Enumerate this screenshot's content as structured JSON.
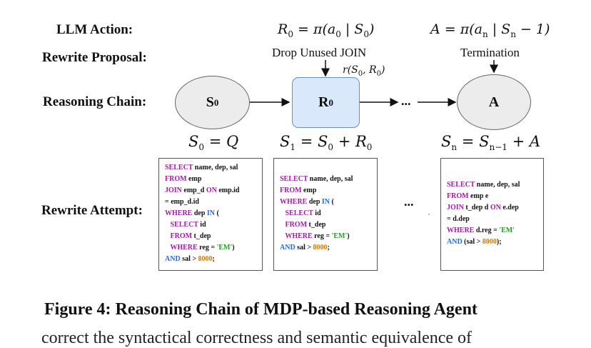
{
  "labels": {
    "llm_action": "LLM  Action:",
    "rewrite_proposal": "Rewrite Proposal:",
    "reasoning_chain": "Reasoning Chain:",
    "rewrite_attempt": "Rewrite Attempt:"
  },
  "actions": {
    "r0_lhs": "R",
    "r0_sub": "0",
    "r0_rhs": " = π(a",
    "r0_a_sub": "0",
    "r0_tail": " | S",
    "r0_s_sub": "0",
    "r0_close": ")",
    "a_lhs": "A = π(a",
    "a_sub": "n",
    "a_tail": " | S",
    "a_s_sub": "n",
    "a_close": " − 1)"
  },
  "proposals": {
    "first": "Drop Unused JOIN",
    "first_reward": "r(S",
    "first_reward_sub": "0",
    "first_reward_tail": ", R",
    "first_reward_sub2": "0",
    "first_reward_close": ")",
    "last": "Termination"
  },
  "nodes": {
    "s0": "S",
    "s0_sub": "0",
    "r0": "R",
    "r0_sub": "0",
    "ellipsis": "...",
    "a": "A"
  },
  "states": {
    "s0_a": "S",
    "s0_a_sub": "0",
    "s0_b": " = Q",
    "s1_a": "S",
    "s1_a_sub": "1",
    "s1_b": " = S",
    "s1_b_sub": "0",
    "s1_c": " + R",
    "s1_c_sub": "0",
    "sn_a": "S",
    "sn_a_sub": "n",
    "sn_b": " = S",
    "sn_b_sub": "n−1",
    "sn_c": " + A"
  },
  "sql": {
    "box1": [
      [
        [
          "kw",
          "SELECT"
        ],
        [
          "t",
          " name, dep, sal"
        ]
      ],
      [
        [
          "kw",
          "FROM"
        ],
        [
          "t",
          " emp"
        ]
      ],
      [
        [
          "kw",
          "JOIN"
        ],
        [
          "t",
          " emp_d "
        ],
        [
          "kw",
          "ON"
        ],
        [
          "t",
          " emp.id"
        ]
      ],
      [
        [
          "t",
          "= emp_d.id"
        ]
      ],
      [
        [
          "kw",
          "WHERE"
        ],
        [
          "t",
          " dep "
        ],
        [
          "kw2",
          "IN"
        ],
        [
          "t",
          " ("
        ]
      ],
      [
        [
          "t",
          "   "
        ],
        [
          "kw",
          "SELECT"
        ],
        [
          "t",
          " id"
        ]
      ],
      [
        [
          "t",
          "   "
        ],
        [
          "kw",
          "FROM"
        ],
        [
          "t",
          " t_dep"
        ]
      ],
      [
        [
          "t",
          "   "
        ],
        [
          "kw",
          "WHERE"
        ],
        [
          "t",
          " reg = "
        ],
        [
          "str",
          "'EM'"
        ],
        [
          "t",
          ")"
        ]
      ],
      [
        [
          "kw2",
          "AND"
        ],
        [
          "t",
          " sal > "
        ],
        [
          "num",
          "8000"
        ],
        [
          "t",
          ";"
        ]
      ]
    ],
    "box2": [
      [
        [
          "kw",
          "SELECT"
        ],
        [
          "t",
          " name, dep, sal"
        ]
      ],
      [
        [
          "kw",
          "FROM"
        ],
        [
          "t",
          " emp"
        ]
      ],
      [
        [
          "kw",
          "WHERE"
        ],
        [
          "t",
          " dep "
        ],
        [
          "kw2",
          "IN"
        ],
        [
          "t",
          " ("
        ]
      ],
      [
        [
          "t",
          "   "
        ],
        [
          "kw",
          "SELECT"
        ],
        [
          "t",
          " id"
        ]
      ],
      [
        [
          "t",
          "   "
        ],
        [
          "kw",
          "FROM"
        ],
        [
          "t",
          " t_dep"
        ]
      ],
      [
        [
          "t",
          "   "
        ],
        [
          "kw",
          "WHERE"
        ],
        [
          "t",
          " reg = "
        ],
        [
          "str",
          "'EM'"
        ],
        [
          "t",
          ")"
        ]
      ],
      [
        [
          "kw2",
          "AND"
        ],
        [
          "t",
          " sal > "
        ],
        [
          "num",
          "8000"
        ],
        [
          "t",
          ";"
        ]
      ]
    ],
    "box3": [
      [
        [
          "kw",
          "SELECT"
        ],
        [
          "t",
          " name, dep, sal"
        ]
      ],
      [
        [
          "kw",
          "FROM"
        ],
        [
          "t",
          " emp e"
        ]
      ],
      [
        [
          "kw",
          "JOIN"
        ],
        [
          "t",
          " t_dep d "
        ],
        [
          "kw",
          "ON"
        ],
        [
          "t",
          " e.dep"
        ]
      ],
      [
        [
          "t",
          "= d.dep"
        ]
      ],
      [
        [
          "kw",
          "WHERE"
        ],
        [
          "t",
          " d.reg = "
        ],
        [
          "str",
          "'EM'"
        ]
      ],
      [
        [
          "kw2",
          "AND"
        ],
        [
          "t",
          " (sal > "
        ],
        [
          "num",
          "8000"
        ],
        [
          "t",
          ");"
        ]
      ]
    ],
    "middle_ellipsis": "..."
  },
  "caption": "Figure 4: Reasoning Chain of MDP-based Reasoning Agent",
  "cut_text": "correct the syntactical correctness and semantic equivalence of"
}
